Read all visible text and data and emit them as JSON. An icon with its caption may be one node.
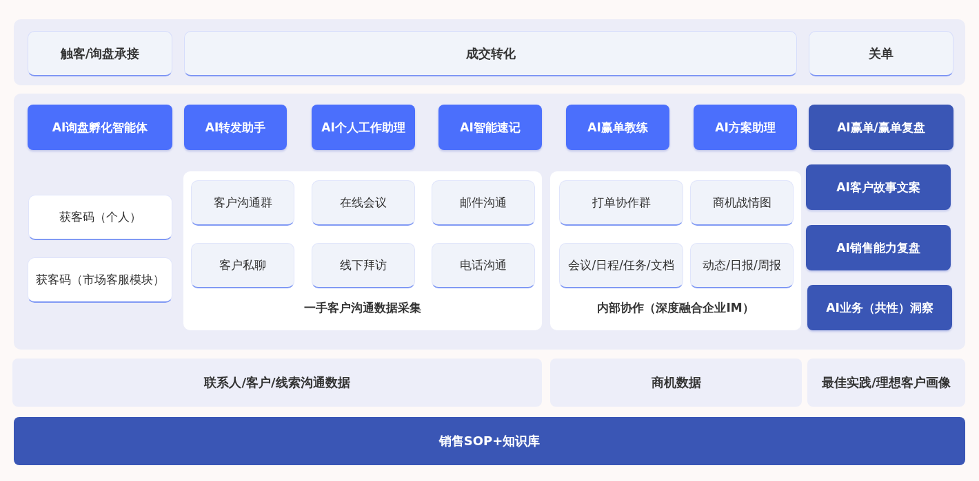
{
  "diagram": {
    "nodes": [
      {
        "text": [],
        "shape": "box"
      },
      {
        "text": [
          "触客/询盘承接"
        ],
        "in": 0
      },
      {
        "text": [
          "成交转化"
        ],
        "in": 0
      },
      {
        "text": [
          "关单"
        ],
        "in": 0
      },
      {
        "text": [],
        "shape": "box"
      },
      {
        "text": [
          "AI询盘孵化智能体"
        ],
        "in": 4
      },
      {
        "text": [
          "AI转发助手"
        ],
        "in": 4
      },
      {
        "text": [
          "AI个人工作助理"
        ],
        "in": 4
      },
      {
        "text": [
          "AI智能速记"
        ],
        "in": 4
      },
      {
        "text": [
          "AI赢单教练"
        ],
        "in": 4
      },
      {
        "text": [
          "AI方案助理"
        ],
        "in": 4
      },
      {
        "text": [
          "AI赢单/赢单复盘"
        ],
        "in": 4
      },
      {
        "text": [
          "获客码（个人）"
        ],
        "in": 4
      },
      {
        "text": [
          "获客码（市场客服模块）"
        ],
        "in": 4
      },
      {
        "text": [
          "一手客户沟通数据采集"
        ],
        "in": 4
      },
      {
        "text": [
          "客户沟通群"
        ],
        "in": 14
      },
      {
        "text": [
          "在线会议"
        ],
        "in": 14
      },
      {
        "text": [
          "邮件沟通"
        ],
        "in": 14
      },
      {
        "text": [
          "客户私聊"
        ],
        "in": 14
      },
      {
        "text": [
          "线下拜访"
        ],
        "in": 14
      },
      {
        "text": [
          "电话沟通"
        ],
        "in": 14
      },
      {
        "text": [
          "内部协作（深度融合企业IM）"
        ],
        "in": 4
      },
      {
        "text": [
          "打单协作群"
        ],
        "in": 21
      },
      {
        "text": [
          "商机战情图"
        ],
        "in": 21
      },
      {
        "text": [
          "会议/日程/任务/文档"
        ],
        "in": 21
      },
      {
        "text": [
          "动态/日报/周报"
        ],
        "in": 21
      },
      {
        "text": [
          "AI客户故事文案"
        ],
        "in": 4
      },
      {
        "text": [
          "AI销售能力复盘"
        ],
        "in": 4
      },
      {
        "text": [
          "AI业务（共性）洞察"
        ],
        "in": 4
      },
      {
        "text": [
          "联系人/客户/线索沟通数据"
        ]
      },
      {
        "text": [
          "商机数据"
        ]
      },
      {
        "text": [
          "最佳实践/理想客户画像"
        ]
      },
      {
        "text": [
          "销售SOP+知识库"
        ]
      }
    ]
  }
}
